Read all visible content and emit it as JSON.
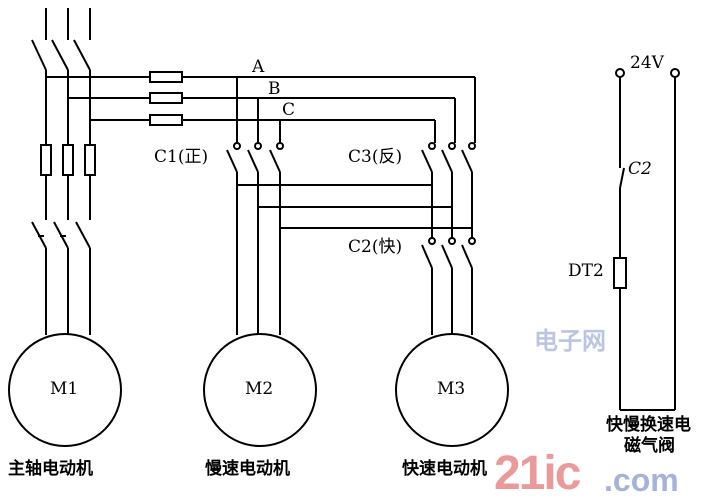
{
  "phases": [
    "A",
    "B",
    "C"
  ],
  "contactors": {
    "c1": "C1(正)",
    "c3": "C3(反)",
    "c2": "C2(快)"
  },
  "motors": [
    {
      "label": "M1",
      "caption": "主轴电动机"
    },
    {
      "label": "M2",
      "caption": "慢速电动机"
    },
    {
      "label": "M3",
      "caption": "快速电动机"
    }
  ],
  "control": {
    "supply": "24V",
    "contact": "C2",
    "coil": "DT2",
    "caption_line1": "快慢换速电",
    "caption_line2": "磁气阀"
  },
  "watermark": {
    "text1": "21ic",
    "text2": ".com",
    "text3": "电子网",
    "color1": "#e89090",
    "color2": "#8f9fd0"
  }
}
